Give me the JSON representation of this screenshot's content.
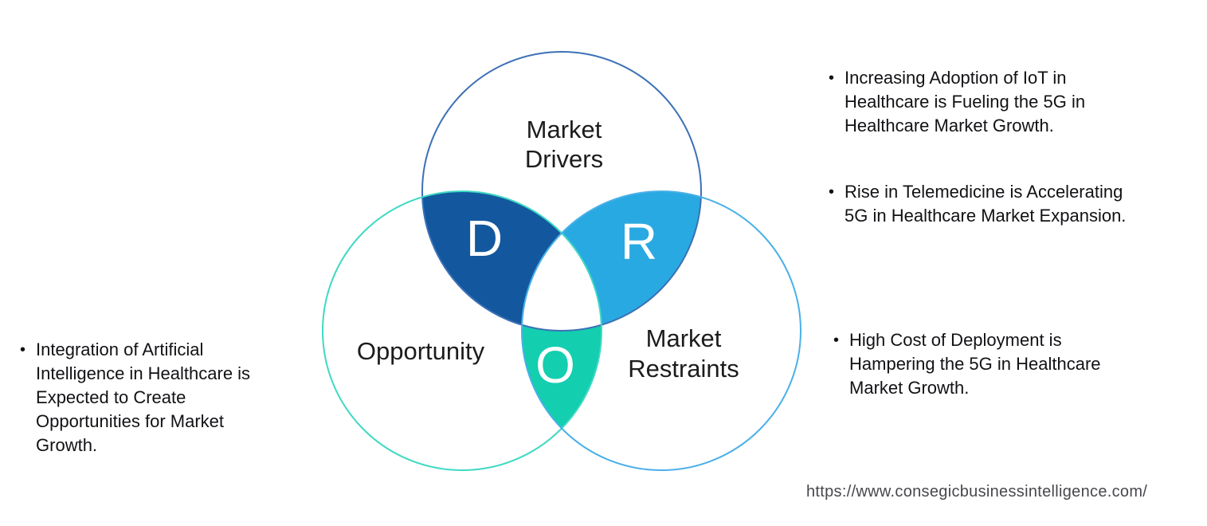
{
  "venn": {
    "drivers_label": "Market\nDrivers",
    "opportunity_label": "Opportunity",
    "restraints_label": "Market\nRestraints",
    "drivers_letter": "D",
    "restraints_letter": "R",
    "opportunity_letter": "O",
    "colors": {
      "drivers_fill": "#13589F",
      "restraints_fill": "#29A9E1",
      "opportunity_fill": "#13CEAF",
      "drivers_outline": "#3B70B6",
      "opportunity_outline": "#3FD9C3",
      "restraints_outline": "#4AB0E8",
      "letter_color": "#FFFFFF"
    }
  },
  "bullet_glyph": "•",
  "left_bullets": [
    "Integration of Artificial\nIntelligence in Healthcare is\nExpected to Create\nOpportunities for Market\nGrowth."
  ],
  "right_bullets": [
    "Increasing Adoption of IoT in\nHealthcare is Fueling the 5G in\nHealthcare Market Growth.",
    "Rise in Telemedicine is Accelerating\n5G in Healthcare Market Expansion.",
    "High Cost of Deployment is\nHampering the 5G in Healthcare\nMarket Growth."
  ],
  "footer": {
    "url": "https://www.consegicbusinessintelligence.com/"
  }
}
